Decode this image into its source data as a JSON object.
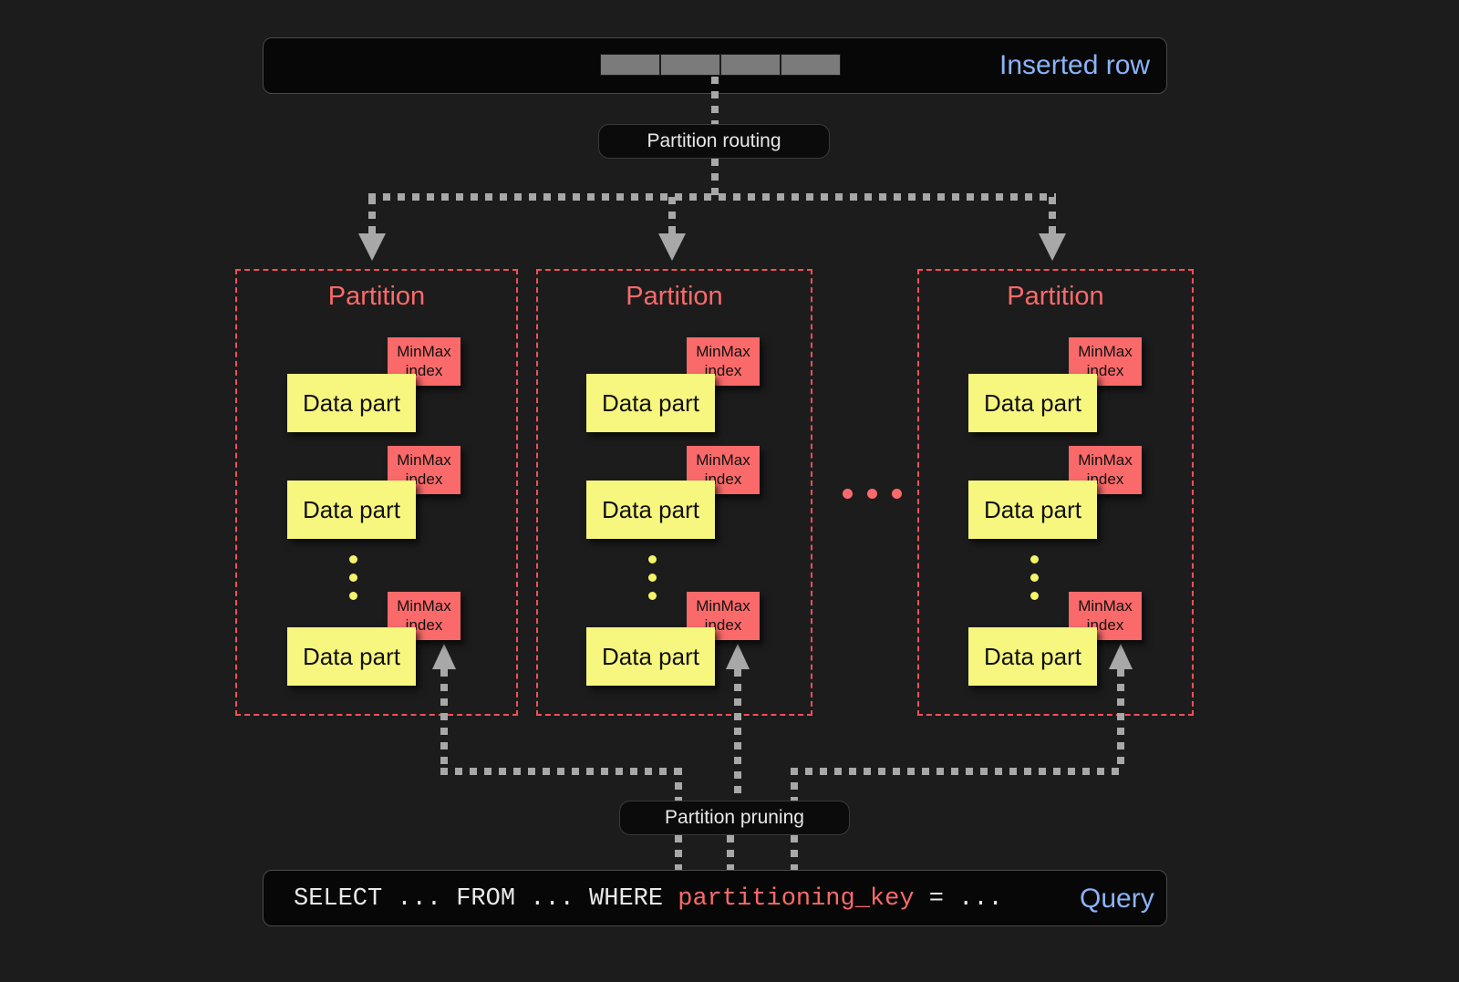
{
  "diagram": {
    "title": "ClickHouse partitioning: insert routing and partition pruning",
    "colors": {
      "background": "#1c1c1c",
      "accent_blue": "#8ab4f8",
      "partition_red": "#fb6a6a",
      "data_part_yellow": "#f7f77f",
      "connector_gray": "#a8a8a8",
      "bar_background": "#070707"
    }
  },
  "inserted_row": {
    "label": "Inserted row",
    "cells": [
      "",
      "",
      "",
      ""
    ],
    "cell_count": 4
  },
  "routing": {
    "label": "Partition routing"
  },
  "pruning": {
    "label": "Partition pruning"
  },
  "partitions": [
    {
      "title": "Partition",
      "data_parts": [
        {
          "label": "Data part",
          "index_label": "MinMax\nindex",
          "index_line1": "MinMax",
          "index_line2": "index"
        },
        {
          "label": "Data part",
          "index_label": "MinMax\nindex",
          "index_line1": "MinMax",
          "index_line2": "index"
        },
        {
          "label": "Data part",
          "index_label": "MinMax\nindex",
          "index_line1": "MinMax",
          "index_line2": "index"
        }
      ],
      "ellipsis_dots": 3
    },
    {
      "title": "Partition",
      "data_parts": [
        {
          "label": "Data part",
          "index_label": "MinMax\nindex",
          "index_line1": "MinMax",
          "index_line2": "index"
        },
        {
          "label": "Data part",
          "index_label": "MinMax\nindex",
          "index_line1": "MinMax",
          "index_line2": "index"
        },
        {
          "label": "Data part",
          "index_label": "MinMax\nindex",
          "index_line1": "MinMax",
          "index_line2": "index"
        }
      ],
      "ellipsis_dots": 3
    },
    {
      "title": "Partition",
      "data_parts": [
        {
          "label": "Data part",
          "index_label": "MinMax\nindex",
          "index_line1": "MinMax",
          "index_line2": "index"
        },
        {
          "label": "Data part",
          "index_label": "MinMax\nindex",
          "index_line1": "MinMax",
          "index_line2": "index"
        },
        {
          "label": "Data part",
          "index_label": "MinMax\nindex",
          "index_line1": "MinMax",
          "index_line2": "index"
        }
      ],
      "ellipsis_dots": 3
    }
  ],
  "partition_gap_ellipsis": {
    "dots": 3
  },
  "query": {
    "label": "Query",
    "sql_prefix": "SELECT ... FROM ... WHERE ",
    "sql_keyword": "partitioning_key",
    "sql_suffix": " = ..."
  }
}
